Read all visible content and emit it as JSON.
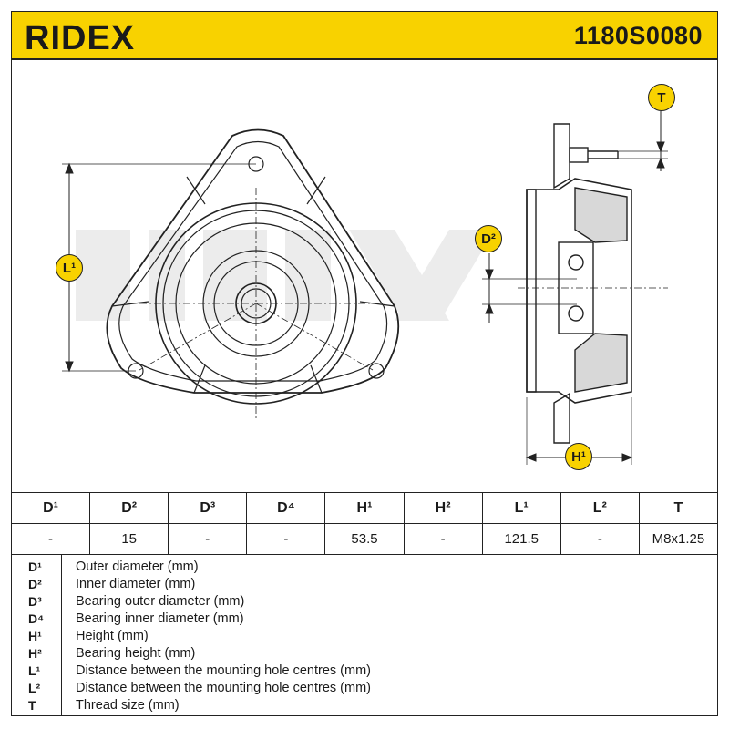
{
  "header": {
    "brand": "RIDEX",
    "part_number": "1180S0080"
  },
  "drawing": {
    "badges": {
      "t": "T",
      "d2": "D²",
      "l1": "L¹",
      "h1": "H¹"
    }
  },
  "table": {
    "headers": [
      "D¹",
      "D²",
      "D³",
      "D⁴",
      "H¹",
      "H²",
      "L¹",
      "L²",
      "T"
    ],
    "values": [
      "-",
      "15",
      "-",
      "-",
      "53.5",
      "-",
      "121.5",
      "-",
      "M8x1.25"
    ]
  },
  "legend": [
    {
      "symbol": "D¹",
      "description": "Outer diameter (mm)"
    },
    {
      "symbol": "D²",
      "description": "Inner diameter (mm)"
    },
    {
      "symbol": "D³",
      "description": "Bearing outer diameter (mm)"
    },
    {
      "symbol": "D⁴",
      "description": "Bearing inner diameter (mm)"
    },
    {
      "symbol": "H¹",
      "description": "Height (mm)"
    },
    {
      "symbol": "H²",
      "description": "Bearing height (mm)"
    },
    {
      "symbol": "L¹",
      "description": "Distance between the mounting hole centres (mm)"
    },
    {
      "symbol": "L²",
      "description": "Distance between the mounting hole centres (mm)"
    },
    {
      "symbol": "T",
      "description": "Thread size (mm)"
    }
  ],
  "colors": {
    "brand_yellow": "#f8d200",
    "line": "#222222"
  }
}
